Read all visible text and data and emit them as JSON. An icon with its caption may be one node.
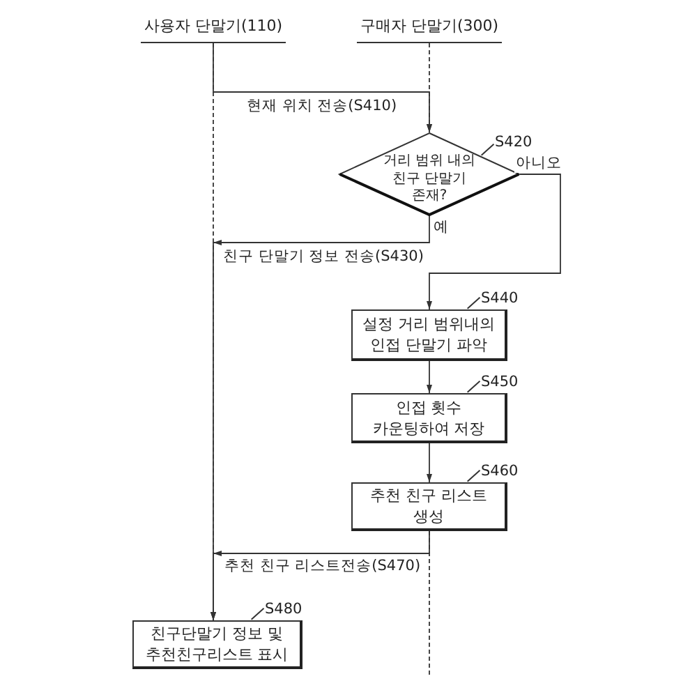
{
  "diagram": {
    "nodes": [
      {
        "text": [
          "사용자 단말기(110)"
        ]
      },
      {
        "text": [
          "구매자 단말기(300)"
        ]
      },
      {
        "text": [
          "거리 범위 내의 친구 단말기 존재?"
        ],
        "beside": [
          "S420"
        ]
      },
      {
        "text": [
          "설정 거리 범위내의 인접 단말기 파악"
        ],
        "beside": [
          "S440"
        ]
      },
      {
        "text": [
          "인접 횟수 카운팅하여 저장"
        ],
        "beside": [
          "S450"
        ]
      },
      {
        "text": [
          "추천 친구 리스트 생성"
        ],
        "beside": [
          "S460"
        ]
      },
      {
        "text": [
          "친구단말기 정보 및 추천친구리스트 표시"
        ],
        "beside": [
          "S480"
        ]
      }
    ],
    "edges": [
      {
        "from": 0,
        "to": 2,
        "arrow": "to",
        "label": "현재 위치 전송(S410)"
      },
      {
        "from": 1,
        "to": 2,
        "arrow": "to",
        "style": "dashed"
      },
      {
        "from": 2,
        "to": 6,
        "arrow": "to",
        "label": "친구 단말기 정보 전송(S430)"
      },
      {
        "from": 2,
        "to": 3,
        "arrow": "to",
        "label": "아니오"
      },
      {
        "from": 3,
        "to": 4,
        "arrow": "to"
      },
      {
        "from": 4,
        "to": 5,
        "arrow": "to"
      },
      {
        "from": 5,
        "to": 6,
        "arrow": "to",
        "label": "추천 친구 리스트전송(S470)"
      },
      {
        "from": 0,
        "to": 6,
        "arrow": "to",
        "style": "dashed"
      },
      {
        "from": 5,
        "to": null,
        "arrow": "none",
        "style": "dashed"
      }
    ],
    "labels": [
      "예"
    ]
  }
}
